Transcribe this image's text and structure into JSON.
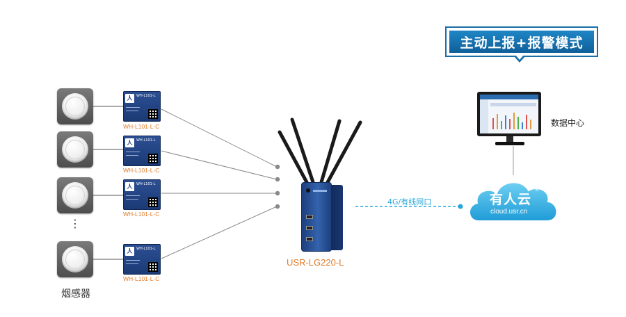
{
  "title": "主动上报+报警模式",
  "sensor_caption": "烟感器",
  "sensors": [
    {
      "module_label": "WH-L101-L-C",
      "module_name": "WH-L101-L"
    },
    {
      "module_label": "WH-L101-L-C",
      "module_name": "WH-L101-L"
    },
    {
      "module_label": "WH-L101-L-C",
      "module_name": "WH-L101-L"
    },
    {
      "module_label": "WH-L101-L-C",
      "module_name": "WH-L101-L"
    }
  ],
  "ellipsis": "⋮",
  "gateway": {
    "label": "USR-LG220-L"
  },
  "link_label": "4G/有线网口",
  "cloud": {
    "name": "有人云",
    "domain": "cloud.usr.cn",
    "registered": "®"
  },
  "data_center": {
    "label": "数据中心"
  },
  "colors": {
    "accent_blue": "#1f86c6",
    "label_orange": "#e07a2a",
    "link_cyan": "#27a7d8",
    "module_blue": "#1b3a75"
  },
  "icons": [
    "smoke-detector-icon",
    "lora-module-icon",
    "gateway-router-icon",
    "cloud-icon",
    "monitor-icon"
  ]
}
